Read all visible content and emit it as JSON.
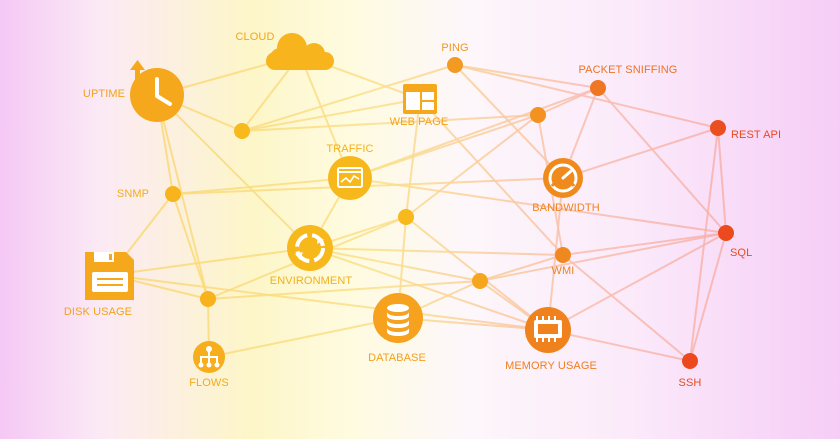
{
  "labels": {
    "cloud": "CLOUD",
    "ping": "PING",
    "packet_sniffing": "PACKET SNIFFING",
    "uptime": "UPTIME",
    "web_page": "WEB PAGE",
    "rest_api": "REST API",
    "traffic": "TRAFFIC",
    "bandwidth": "BANDWIDTH",
    "snmp": "SNMP",
    "sql": "SQL",
    "environment": "ENVIRONMENT",
    "wmi": "WMI",
    "disk_usage": "DISK USAGE",
    "database": "DATABASE",
    "memory_usage": "MEMORY USAGE",
    "flows": "FLOWS",
    "ssh": "SSH"
  },
  "icons": {
    "cloud": "cloud-icon",
    "uptime": "clock-arrow-icon",
    "web_page": "browser-window-icon",
    "traffic": "traffic-chart-icon",
    "bandwidth": "gauge-icon",
    "environment": "cycle-arrows-icon",
    "disk_usage": "floppy-disk-icon",
    "database": "database-icon",
    "memory_usage": "memory-chip-icon",
    "flows": "hierarchy-icon"
  },
  "colors": {
    "yellow": "#f7c21a",
    "amber": "#f6a623",
    "orange": "#f08a1c",
    "deep_orange": "#ee6a1e",
    "red_orange": "#ec4a1e"
  }
}
